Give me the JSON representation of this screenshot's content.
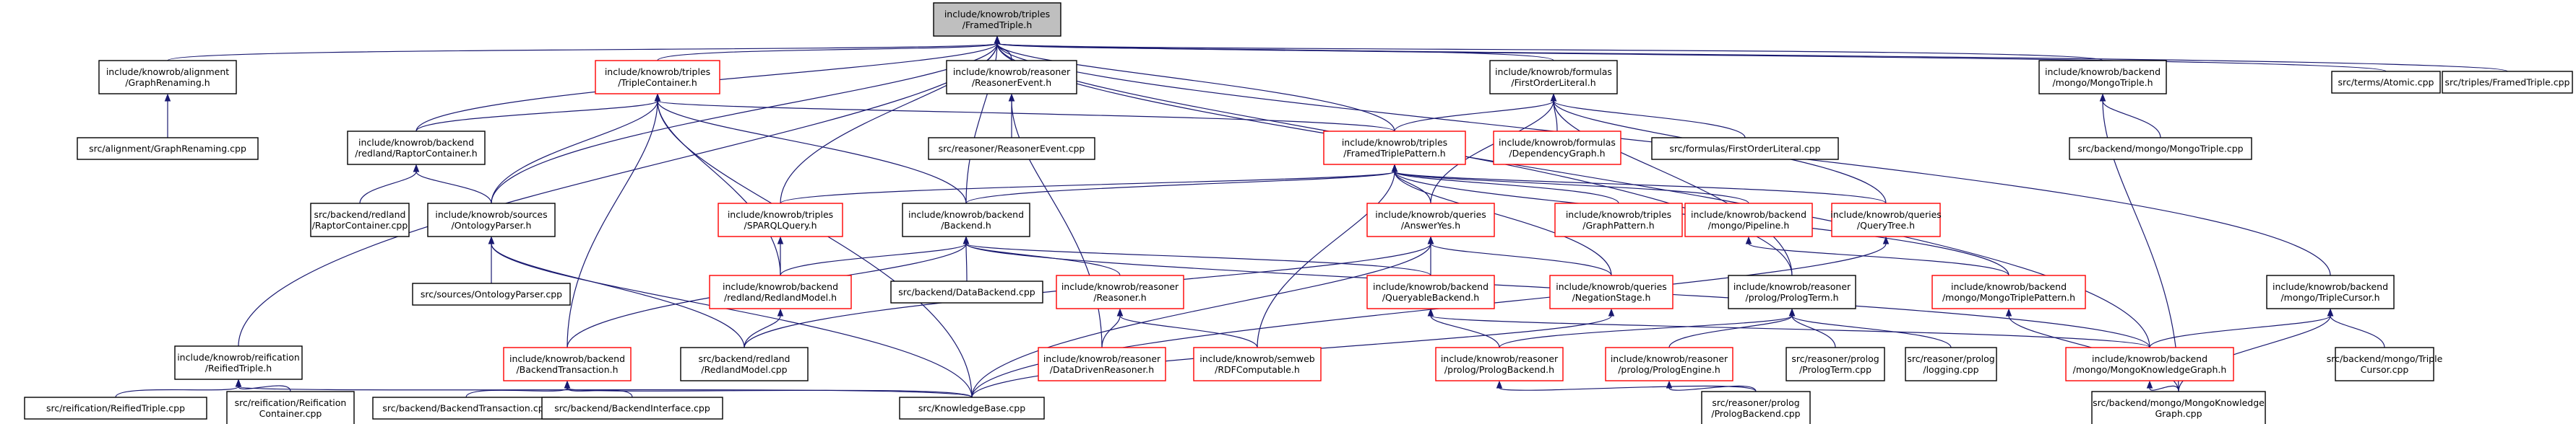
{
  "colors": {
    "edge": "#191970",
    "border_default": "#000000",
    "border_incomplete": "#ff0000",
    "focus_fill": "#bfbfbf"
  },
  "nodes": [
    {
      "id": "n0",
      "lines": [
        "include/knowrob/triples",
        "/FramedTriple.h"
      ],
      "style": "focus"
    },
    {
      "id": "n1",
      "lines": [
        "include/knowrob/alignment",
        "/GraphRenaming.h"
      ],
      "style": "black"
    },
    {
      "id": "n2",
      "lines": [
        "src/alignment/GraphRenaming.cpp"
      ],
      "style": "black"
    },
    {
      "id": "n3",
      "lines": [
        "include/knowrob/triples",
        "/TripleContainer.h"
      ],
      "style": "red"
    },
    {
      "id": "n4",
      "lines": [
        "include/knowrob/reasoner",
        "/ReasonerEvent.h"
      ],
      "style": "black"
    },
    {
      "id": "n5",
      "lines": [
        "src/reasoner/ReasonerEvent.cpp"
      ],
      "style": "black"
    },
    {
      "id": "n6",
      "lines": [
        "include/knowrob/formulas",
        "/FirstOrderLiteral.h"
      ],
      "style": "black"
    },
    {
      "id": "n7",
      "lines": [
        "include/knowrob/backend",
        "/mongo/MongoTriple.h"
      ],
      "style": "black"
    },
    {
      "id": "n8",
      "lines": [
        "src/terms/Atomic.cpp"
      ],
      "style": "black"
    },
    {
      "id": "n9",
      "lines": [
        "src/triples/FramedTriple.cpp"
      ],
      "style": "black"
    },
    {
      "id": "n10",
      "lines": [
        "include/knowrob/backend",
        "/redland/RaptorContainer.h"
      ],
      "style": "black"
    },
    {
      "id": "n11",
      "lines": [
        "src/backend/redland",
        "/RaptorContainer.cpp"
      ],
      "style": "black"
    },
    {
      "id": "n12",
      "lines": [
        "include/knowrob/sources",
        "/OntologyParser.h"
      ],
      "style": "black"
    },
    {
      "id": "n13",
      "lines": [
        "src/sources/OntologyParser.cpp"
      ],
      "style": "black"
    },
    {
      "id": "n14",
      "lines": [
        "include/knowrob/triples",
        "/FramedTriplePattern.h"
      ],
      "style": "red"
    },
    {
      "id": "n15",
      "lines": [
        "include/knowrob/formulas",
        "/DependencyGraph.h"
      ],
      "style": "red"
    },
    {
      "id": "n16",
      "lines": [
        "src/formulas/FirstOrderLiteral.cpp"
      ],
      "style": "black"
    },
    {
      "id": "n17",
      "lines": [
        "src/backend/mongo/MongoTriple.cpp"
      ],
      "style": "black"
    },
    {
      "id": "n18",
      "lines": [
        "include/knowrob/triples",
        "/SPARQLQuery.h"
      ],
      "style": "red"
    },
    {
      "id": "n19",
      "lines": [
        "include/knowrob/backend",
        "/Backend.h"
      ],
      "style": "black"
    },
    {
      "id": "n20",
      "lines": [
        "include/knowrob/queries",
        "/AnswerYes.h"
      ],
      "style": "red"
    },
    {
      "id": "n21",
      "lines": [
        "include/knowrob/triples",
        "/GraphPattern.h"
      ],
      "style": "red"
    },
    {
      "id": "n22",
      "lines": [
        "include/knowrob/backend",
        "/mongo/Pipeline.h"
      ],
      "style": "red"
    },
    {
      "id": "n23",
      "lines": [
        "include/knowrob/queries",
        "/QueryTree.h"
      ],
      "style": "red"
    },
    {
      "id": "n24",
      "lines": [
        "include/knowrob/backend",
        "/redland/RedlandModel.h"
      ],
      "style": "red"
    },
    {
      "id": "n25",
      "lines": [
        "src/backend/DataBackend.cpp"
      ],
      "style": "black"
    },
    {
      "id": "n26",
      "lines": [
        "include/knowrob/reasoner",
        "/Reasoner.h"
      ],
      "style": "red"
    },
    {
      "id": "n27",
      "lines": [
        "include/knowrob/backend",
        "/QueryableBackend.h"
      ],
      "style": "red"
    },
    {
      "id": "n28",
      "lines": [
        "include/knowrob/queries",
        "/NegationStage.h"
      ],
      "style": "red"
    },
    {
      "id": "n29",
      "lines": [
        "include/knowrob/reasoner",
        "/prolog/PrologTerm.h"
      ],
      "style": "black"
    },
    {
      "id": "n30",
      "lines": [
        "include/knowrob/backend",
        "/mongo/MongoTriplePattern.h"
      ],
      "style": "red"
    },
    {
      "id": "n31",
      "lines": [
        "include/knowrob/backend",
        "/mongo/TripleCursor.h"
      ],
      "style": "black"
    },
    {
      "id": "n32",
      "lines": [
        "include/knowrob/reification",
        "/ReifiedTriple.h"
      ],
      "style": "black"
    },
    {
      "id": "n33",
      "lines": [
        "src/backend/redland",
        "/RedlandModel.cpp"
      ],
      "style": "black"
    },
    {
      "id": "n34",
      "lines": [
        "include/knowrob/backend",
        "/BackendTransaction.h"
      ],
      "style": "red"
    },
    {
      "id": "n35",
      "lines": [
        "include/knowrob/reasoner",
        "/DataDrivenReasoner.h"
      ],
      "style": "red"
    },
    {
      "id": "n36",
      "lines": [
        "include/knowrob/semweb",
        "/RDFComputable.h"
      ],
      "style": "red"
    },
    {
      "id": "n37",
      "lines": [
        "include/knowrob/reasoner",
        "/prolog/PrologBackend.h"
      ],
      "style": "red"
    },
    {
      "id": "n38",
      "lines": [
        "include/knowrob/reasoner",
        "/prolog/PrologEngine.h"
      ],
      "style": "red"
    },
    {
      "id": "n39",
      "lines": [
        "src/reasoner/prolog",
        "/PrologTerm.cpp"
      ],
      "style": "black"
    },
    {
      "id": "n40",
      "lines": [
        "src/reasoner/prolog",
        "/logging.cpp"
      ],
      "style": "black"
    },
    {
      "id": "n41",
      "lines": [
        "include/knowrob/backend",
        "/mongo/MongoKnowledgeGraph.h"
      ],
      "style": "red"
    },
    {
      "id": "n42",
      "lines": [
        "src/backend/mongo/Triple",
        "Cursor.cpp"
      ],
      "style": "black"
    },
    {
      "id": "n43",
      "lines": [
        "src/reification/ReifiedTriple.cpp"
      ],
      "style": "black"
    },
    {
      "id": "n44",
      "lines": [
        "src/reification/Reification",
        "Container.cpp"
      ],
      "style": "black"
    },
    {
      "id": "n45",
      "lines": [
        "src/backend/BackendTransaction.cpp"
      ],
      "style": "black"
    },
    {
      "id": "n46",
      "lines": [
        "src/backend/BackendInterface.cpp"
      ],
      "style": "black"
    },
    {
      "id": "n47",
      "lines": [
        "src/KnowledgeBase.cpp"
      ],
      "style": "black"
    },
    {
      "id": "n48",
      "lines": [
        "src/reasoner/prolog",
        "/PrologBackend.cpp"
      ],
      "style": "black"
    },
    {
      "id": "n49",
      "lines": [
        "src/backend/mongo/MongoKnowledge",
        "Graph.cpp"
      ],
      "style": "black"
    }
  ],
  "edges": [
    [
      "n1",
      "n0"
    ],
    [
      "n3",
      "n0"
    ],
    [
      "n4",
      "n0"
    ],
    [
      "n6",
      "n0"
    ],
    [
      "n7",
      "n0"
    ],
    [
      "n8",
      "n0"
    ],
    [
      "n9",
      "n0"
    ],
    [
      "n10",
      "n0"
    ],
    [
      "n12",
      "n0"
    ],
    [
      "n14",
      "n0"
    ],
    [
      "n18",
      "n0"
    ],
    [
      "n19",
      "n0"
    ],
    [
      "n32",
      "n0"
    ],
    [
      "n31",
      "n0"
    ],
    [
      "n29",
      "n0"
    ],
    [
      "n41",
      "n0"
    ],
    [
      "n2",
      "n1"
    ],
    [
      "n10",
      "n3"
    ],
    [
      "n12",
      "n3"
    ],
    [
      "n14",
      "n3"
    ],
    [
      "n19",
      "n3"
    ],
    [
      "n24",
      "n3"
    ],
    [
      "n34",
      "n3"
    ],
    [
      "n47",
      "n3"
    ],
    [
      "n5",
      "n4"
    ],
    [
      "n35",
      "n4"
    ],
    [
      "n14",
      "n6"
    ],
    [
      "n15",
      "n6"
    ],
    [
      "n16",
      "n6"
    ],
    [
      "n20",
      "n6"
    ],
    [
      "n23",
      "n6"
    ],
    [
      "n29",
      "n6"
    ],
    [
      "n17",
      "n7"
    ],
    [
      "n49",
      "n7"
    ],
    [
      "n11",
      "n10"
    ],
    [
      "n12",
      "n10"
    ],
    [
      "n13",
      "n12"
    ],
    [
      "n33",
      "n12"
    ],
    [
      "n47",
      "n12"
    ],
    [
      "n18",
      "n14"
    ],
    [
      "n19",
      "n14"
    ],
    [
      "n20",
      "n14"
    ],
    [
      "n21",
      "n14"
    ],
    [
      "n22",
      "n14"
    ],
    [
      "n23",
      "n14"
    ],
    [
      "n28",
      "n14"
    ],
    [
      "n30",
      "n14"
    ],
    [
      "n36",
      "n14"
    ],
    [
      "n24",
      "n18"
    ],
    [
      "n24",
      "n19"
    ],
    [
      "n25",
      "n19"
    ],
    [
      "n26",
      "n19"
    ],
    [
      "n27",
      "n19"
    ],
    [
      "n34",
      "n19"
    ],
    [
      "n41",
      "n19"
    ],
    [
      "n27",
      "n20"
    ],
    [
      "n28",
      "n20"
    ],
    [
      "n33",
      "n20"
    ],
    [
      "n47",
      "n20"
    ],
    [
      "n30",
      "n22"
    ],
    [
      "n47",
      "n23"
    ],
    [
      "n33",
      "n24"
    ],
    [
      "n35",
      "n26"
    ],
    [
      "n36",
      "n26"
    ],
    [
      "n37",
      "n27"
    ],
    [
      "n41",
      "n27"
    ],
    [
      "n47",
      "n28"
    ],
    [
      "n37",
      "n29"
    ],
    [
      "n38",
      "n29"
    ],
    [
      "n39",
      "n29"
    ],
    [
      "n40",
      "n29"
    ],
    [
      "n49",
      "n30"
    ],
    [
      "n41",
      "n31"
    ],
    [
      "n42",
      "n31"
    ],
    [
      "n49",
      "n31"
    ],
    [
      "n43",
      "n32"
    ],
    [
      "n44",
      "n32"
    ],
    [
      "n47",
      "n32"
    ],
    [
      "n45",
      "n34"
    ],
    [
      "n46",
      "n34"
    ],
    [
      "n47",
      "n34"
    ],
    [
      "n48",
      "n37"
    ],
    [
      "n48",
      "n38"
    ],
    [
      "n49",
      "n41"
    ]
  ]
}
